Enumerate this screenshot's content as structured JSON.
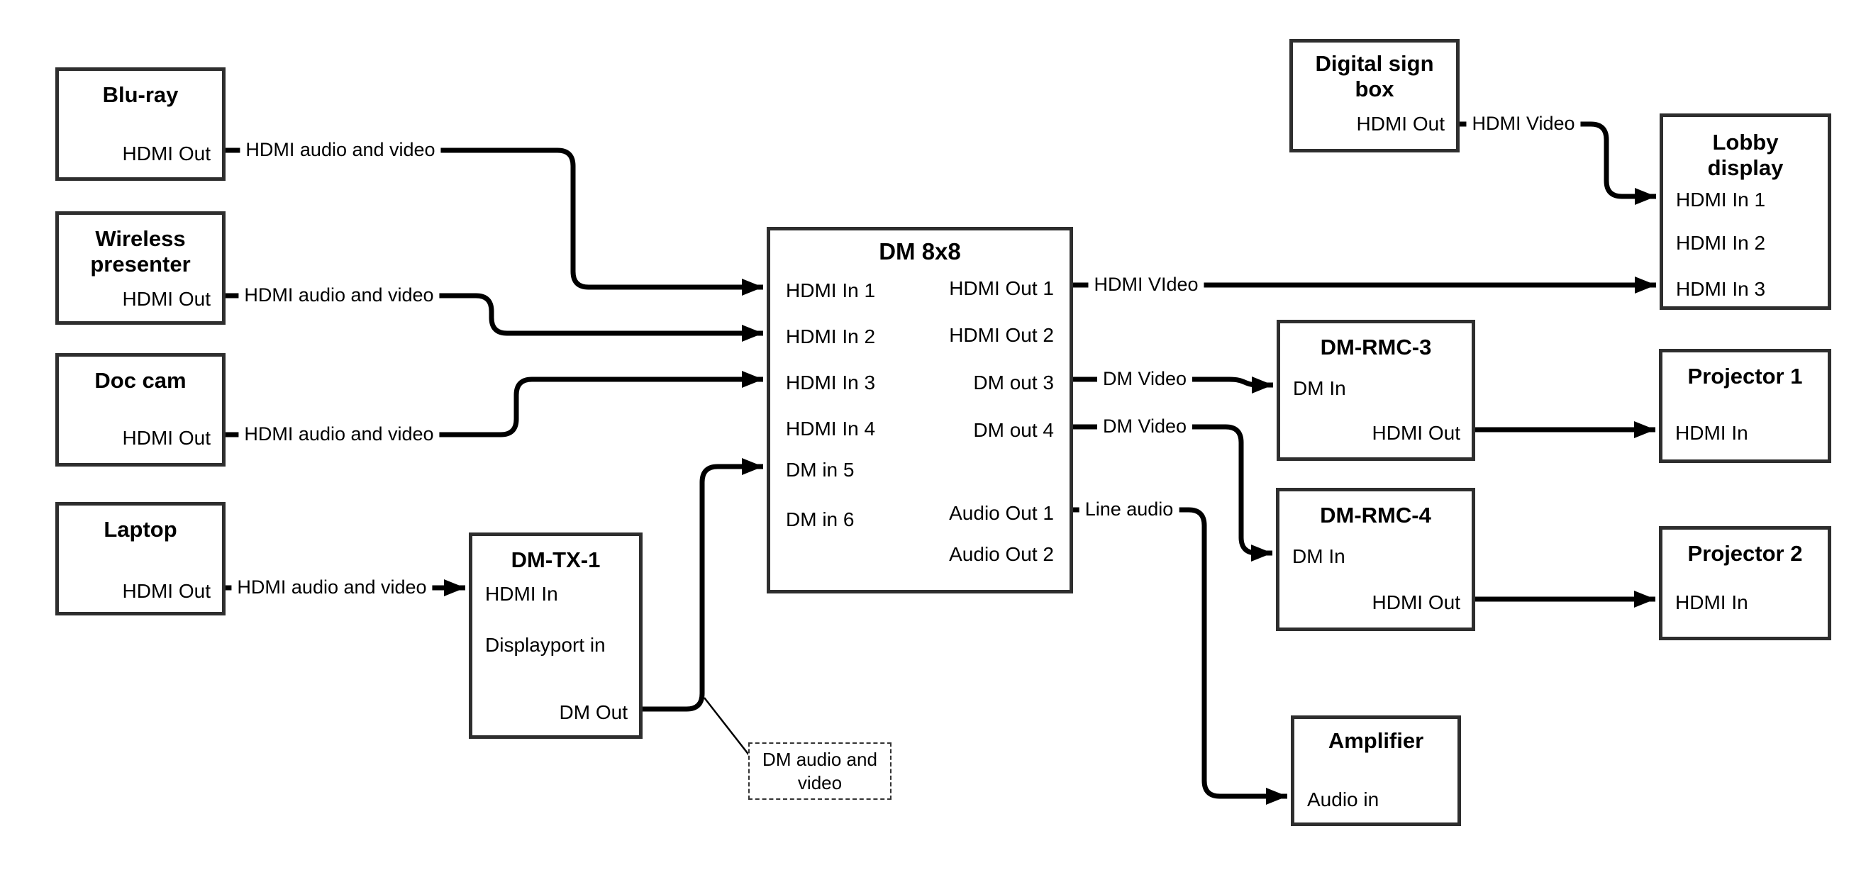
{
  "nodes": [
    {
      "id": "blu-ray",
      "title": "Blu-ray",
      "ports": [
        {
          "label": "HDMI Out",
          "side": "right"
        }
      ]
    },
    {
      "id": "wireless-presenter",
      "title": "Wireless presenter",
      "ports": [
        {
          "label": "HDMI Out",
          "side": "right"
        }
      ]
    },
    {
      "id": "doc-cam",
      "title": "Doc cam",
      "ports": [
        {
          "label": "HDMI Out",
          "side": "right"
        }
      ]
    },
    {
      "id": "laptop",
      "title": "Laptop",
      "ports": [
        {
          "label": "HDMI Out",
          "side": "right"
        }
      ]
    },
    {
      "id": "dm-tx-1",
      "title": "DM-TX-1",
      "ports": [
        {
          "label": "HDMI In",
          "side": "left"
        },
        {
          "label": "Displayport in",
          "side": "left"
        },
        {
          "label": "DM Out",
          "side": "right"
        }
      ]
    },
    {
      "id": "dm-8x8",
      "title": "DM 8x8",
      "ports": [
        {
          "label": "HDMI In 1",
          "side": "left"
        },
        {
          "label": "HDMI In 2",
          "side": "left"
        },
        {
          "label": "HDMI In 3",
          "side": "left"
        },
        {
          "label": "HDMI In 4",
          "side": "left"
        },
        {
          "label": "DM in 5",
          "side": "left"
        },
        {
          "label": "DM in 6",
          "side": "left"
        },
        {
          "label": "HDMI Out 1",
          "side": "right"
        },
        {
          "label": "HDMI Out 2",
          "side": "right"
        },
        {
          "label": "DM out 3",
          "side": "right"
        },
        {
          "label": "DM out 4",
          "side": "right"
        },
        {
          "label": "Audio Out 1",
          "side": "right"
        },
        {
          "label": "Audio Out 2",
          "side": "right"
        }
      ]
    },
    {
      "id": "digital-sign-box",
      "title": "Digital sign box",
      "ports": [
        {
          "label": "HDMI Out",
          "side": "right"
        }
      ]
    },
    {
      "id": "lobby-display",
      "title": "Lobby display",
      "ports": [
        {
          "label": "HDMI In 1",
          "side": "left"
        },
        {
          "label": "HDMI In 2",
          "side": "left"
        },
        {
          "label": "HDMI In 3",
          "side": "left"
        }
      ]
    },
    {
      "id": "dm-rmc-3",
      "title": "DM-RMC-3",
      "ports": [
        {
          "label": "DM In",
          "side": "left"
        },
        {
          "label": "HDMI Out",
          "side": "right"
        }
      ]
    },
    {
      "id": "projector-1",
      "title": "Projector 1",
      "ports": [
        {
          "label": "HDMI In",
          "side": "left"
        }
      ]
    },
    {
      "id": "dm-rmc-4",
      "title": "DM-RMC-4",
      "ports": [
        {
          "label": "DM In",
          "side": "left"
        },
        {
          "label": "HDMI Out",
          "side": "right"
        }
      ]
    },
    {
      "id": "projector-2",
      "title": "Projector 2",
      "ports": [
        {
          "label": "HDMI In",
          "side": "left"
        }
      ]
    },
    {
      "id": "amplifier",
      "title": "Amplifier",
      "ports": [
        {
          "label": "Audio in",
          "side": "left"
        }
      ]
    }
  ],
  "wires": [
    {
      "from": "Blu-ray HDMI Out",
      "to": "DM 8x8 HDMI In 1",
      "label": "HDMI audio and video"
    },
    {
      "from": "Wireless presenter HDMI Out",
      "to": "DM 8x8 HDMI In 2",
      "label": "HDMI audio and video"
    },
    {
      "from": "Doc cam HDMI Out",
      "to": "DM 8x8 HDMI In 3",
      "label": "HDMI audio and video"
    },
    {
      "from": "Laptop HDMI Out",
      "to": "DM-TX-1 HDMI In",
      "label": "HDMI audio and video"
    },
    {
      "from": "DM-TX-1 DM Out",
      "to": "DM 8x8 DM in 5",
      "label": ""
    },
    {
      "from": "DM 8x8 HDMI Out 1",
      "to": "Lobby display HDMI In 3",
      "label": "HDMI VIdeo"
    },
    {
      "from": "Digital sign box HDMI Out",
      "to": "Lobby display HDMI In 1",
      "label": "HDMI Video"
    },
    {
      "from": "DM 8x8 DM out 3",
      "to": "DM-RMC-3 DM In",
      "label": "DM Video"
    },
    {
      "from": "DM 8x8 DM out 4",
      "to": "DM-RMC-4 DM In",
      "label": "DM Video"
    },
    {
      "from": "DM 8x8 Audio Out 1",
      "to": "Amplifier Audio in",
      "label": "Line audio"
    },
    {
      "from": "DM-RMC-3 HDMI Out",
      "to": "Projector 1 HDMI In",
      "label": ""
    },
    {
      "from": "DM-RMC-4 HDMI Out",
      "to": "Projector 2 HDMI In",
      "label": ""
    }
  ],
  "annotation": {
    "text": "DM audio and video"
  },
  "colors": {
    "background": "#ffffff",
    "box_border": "#2e2e2e",
    "wire": "#000000",
    "text": "#000000"
  }
}
